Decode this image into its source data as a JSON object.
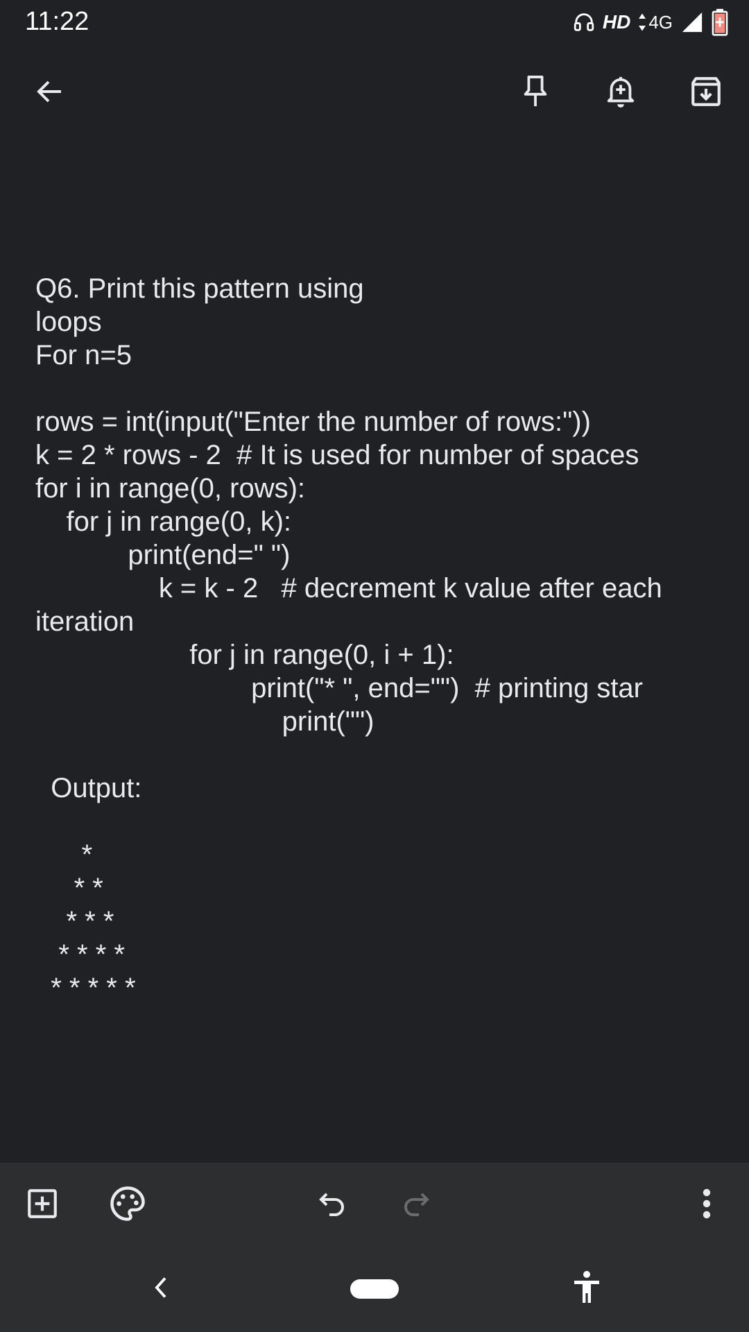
{
  "status_bar": {
    "time": "11:22",
    "hd_label": "HD",
    "network_label": "4G",
    "icons": [
      "headphones-icon",
      "data-arrows-icon",
      "signal-icon",
      "battery-charging-icon"
    ]
  },
  "toolbar": {
    "icons": [
      "back-arrow-icon",
      "pin-icon",
      "reminder-bell-icon",
      "archive-icon"
    ]
  },
  "note": {
    "lines": [
      "Q6. Print this pattern using",
      "loops",
      "For n=5",
      "",
      "rows = int(input(\"Enter the number of rows:\"))",
      "k = 2 * rows - 2  # It is used for number of spaces",
      "for i in range(0, rows):",
      "    for j in range(0, k):",
      "            print(end=\" \")",
      "                k = k - 2   # decrement k value after each",
      "iteration",
      "                    for j in range(0, i + 1):",
      "                            print(\"* \", end=\"\")  # printing star",
      "                                print(\"\")",
      "",
      "  Output:",
      "",
      "      *",
      "     * *",
      "    * * *",
      "   * * * *",
      "  * * * * *"
    ]
  },
  "editor_bar": {
    "icons": [
      "add-box-icon",
      "palette-icon",
      "undo-icon",
      "redo-icon",
      "more-vert-icon"
    ]
  },
  "nav_bar": {
    "icons": [
      "nav-back-icon",
      "home-pill",
      "accessibility-icon"
    ]
  },
  "colors": {
    "background": "#202124",
    "bar_background": "#2d2e30",
    "text": "#e8eaed",
    "icon": "#e8eaed",
    "icon_disabled": "#6b6c6f",
    "battery_accent": "#f28b82"
  }
}
